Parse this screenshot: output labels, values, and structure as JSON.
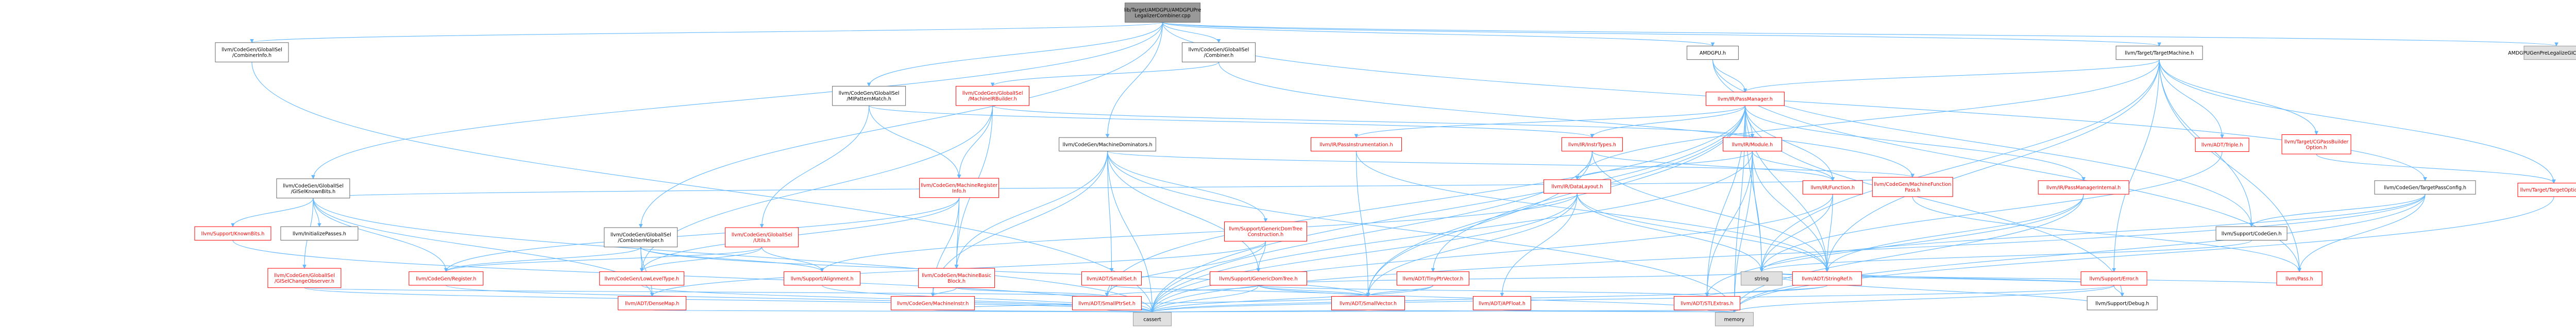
{
  "colors": {
    "edge": "#63b8ff",
    "root_fill": "#999999",
    "node_fill": "#ffffff",
    "external_fill": "#e0e0e0",
    "node_border": "#666666",
    "missing_border": "#ff0000",
    "missing_text": "#ff0000",
    "text": "#000000"
  },
  "nodes": [
    {
      "id": "root",
      "lines": [
        "lib/Target/AMDGPU/AMDGPUPre",
        "LegalizerCombiner.cpp"
      ],
      "kind": "root"
    },
    {
      "id": "combinerinfo",
      "lines": [
        "llvm/CodeGen/GlobalISel",
        "/CombinerInfo.h"
      ],
      "kind": "normal"
    },
    {
      "id": "gisel_knownbits",
      "lines": [
        "llvm/CodeGen/GlobalISel",
        "/GISelKnownBits.h"
      ],
      "kind": "normal"
    },
    {
      "id": "miparmatch",
      "lines": [
        "llvm/CodeGen/GlobalISel",
        "/MIPatternMatch.h"
      ],
      "kind": "normal"
    },
    {
      "id": "combiner",
      "lines": [
        "llvm/CodeGen/GlobalISel",
        "/Combiner.h"
      ],
      "kind": "normal"
    },
    {
      "id": "amdgpu_h",
      "lines": [
        "AMDGPU.h"
      ],
      "kind": "normal"
    },
    {
      "id": "targetmachine",
      "lines": [
        "llvm/Target/TargetMachine.h"
      ],
      "kind": "normal"
    },
    {
      "id": "gen_inc",
      "lines": [
        "AMDGPUGenPreLegalizeGICombiner.inc"
      ],
      "kind": "external"
    },
    {
      "id": "passmanager",
      "lines": [
        "llvm/IR/PassManager.h"
      ],
      "kind": "missing"
    },
    {
      "id": "machineirbuilder",
      "lines": [
        "llvm/CodeGen/GlobalISel",
        "/MachineIRBuilder.h"
      ],
      "kind": "missing"
    },
    {
      "id": "triple",
      "lines": [
        "llvm/ADT/Triple.h"
      ],
      "kind": "missing"
    },
    {
      "id": "cgpassbuilder",
      "lines": [
        "llvm/Target/CGPassBuilder",
        "Option.h"
      ],
      "kind": "missing"
    },
    {
      "id": "targetpassconfig",
      "lines": [
        "llvm/CodeGen/TargetPassConfig.h"
      ],
      "kind": "normal"
    },
    {
      "id": "targetoptions",
      "lines": [
        "llvm/Target/TargetOptions.h"
      ],
      "kind": "missing"
    },
    {
      "id": "knownbits",
      "lines": [
        "llvm/Support/KnownBits.h"
      ],
      "kind": "missing"
    },
    {
      "id": "initpasses",
      "lines": [
        "llvm/InitializePasses.h"
      ],
      "kind": "normal"
    },
    {
      "id": "machinedominators",
      "lines": [
        "llvm/CodeGen/MachineDominators.h"
      ],
      "kind": "normal"
    },
    {
      "id": "passinstrumentation",
      "lines": [
        "llvm/IR/PassInstrumentation.h"
      ],
      "kind": "missing"
    },
    {
      "id": "irmodule",
      "lines": [
        "llvm/IR/Module.h"
      ],
      "kind": "missing"
    },
    {
      "id": "irdatalayout",
      "lines": [
        "llvm/IR/DataLayout.h"
      ],
      "kind": "missing"
    },
    {
      "id": "irfunction",
      "lines": [
        "llvm/IR/Function.h"
      ],
      "kind": "missing"
    },
    {
      "id": "machinefunctionpass",
      "lines": [
        "llvm/CodeGen/MachineFunction",
        "Pass.h"
      ],
      "kind": "missing"
    },
    {
      "id": "passmanagerinternal",
      "lines": [
        "llvm/IR/PassManagerInternal.h"
      ],
      "kind": "missing"
    },
    {
      "id": "codegen_support",
      "lines": [
        "llvm/Support/CodeGen.h"
      ],
      "kind": "normal"
    },
    {
      "id": "gisel_changeobs",
      "lines": [
        "llvm/CodeGen/GlobalISel",
        "/GISelChangeObserver.h"
      ],
      "kind": "missing"
    },
    {
      "id": "combinerhelper",
      "lines": [
        "llvm/CodeGen/GlobalISel",
        "/CombinerHelper.h"
      ],
      "kind": "normal"
    },
    {
      "id": "gisel_utils",
      "lines": [
        "llvm/CodeGen/GlobalISel",
        "/Utils.h"
      ],
      "kind": "missing"
    },
    {
      "id": "machineregisterinfo",
      "lines": [
        "llvm/CodeGen/MachineRegister",
        "Info.h"
      ],
      "kind": "missing"
    },
    {
      "id": "genericdomtreecon",
      "lines": [
        "llvm/Support/GenericDomTree",
        "Construction.h"
      ],
      "kind": "missing"
    },
    {
      "id": "irattrtypes",
      "lines": [
        "llvm/IR/InstrTypes.h"
      ],
      "kind": "missing"
    },
    {
      "id": "register",
      "lines": [
        "llvm/CodeGen/Register.h"
      ],
      "kind": "missing"
    },
    {
      "id": "lowleveltype",
      "lines": [
        "llvm/CodeGen/LowLevelType.h"
      ],
      "kind": "missing"
    },
    {
      "id": "alignment",
      "lines": [
        "llvm/Support/Alignment.h"
      ],
      "kind": "missing"
    },
    {
      "id": "machinebasicblock",
      "lines": [
        "llvm/CodeGen/MachineBasic",
        "Block.h"
      ],
      "kind": "missing"
    },
    {
      "id": "smallset",
      "lines": [
        "llvm/ADT/SmallSet.h"
      ],
      "kind": "missing"
    },
    {
      "id": "tinyptrvector",
      "lines": [
        "llvm/ADT/TinyPtrVector.h"
      ],
      "kind": "missing"
    },
    {
      "id": "genericdomtree",
      "lines": [
        "llvm/Support/GenericDomTree.h"
      ],
      "kind": "missing"
    },
    {
      "id": "stringref",
      "lines": [
        "llvm/ADT/StringRef.h"
      ],
      "kind": "missing"
    },
    {
      "id": "pass",
      "lines": [
        "llvm/Pass.h"
      ],
      "kind": "missing"
    },
    {
      "id": "supporterror",
      "lines": [
        "llvm/Support/Error.h"
      ],
      "kind": "missing"
    },
    {
      "id": "densemap",
      "lines": [
        "llvm/ADT/DenseMap.h"
      ],
      "kind": "missing"
    },
    {
      "id": "machineinstr",
      "lines": [
        "llvm/CodeGen/MachineInstr.h"
      ],
      "kind": "missing"
    },
    {
      "id": "smallptrset",
      "lines": [
        "llvm/ADT/SmallPtrSet.h"
      ],
      "kind": "missing"
    },
    {
      "id": "smallvector",
      "lines": [
        "llvm/ADT/SmallVector.h"
      ],
      "kind": "missing"
    },
    {
      "id": "apfloat",
      "lines": [
        "llvm/ADT/APFloat.h"
      ],
      "kind": "missing"
    },
    {
      "id": "stlextras",
      "lines": [
        "llvm/ADT/STLExtras.h"
      ],
      "kind": "missing"
    },
    {
      "id": "string",
      "lines": [
        "string"
      ],
      "kind": "external"
    },
    {
      "id": "debug",
      "lines": [
        "llvm/Support/Debug.h"
      ],
      "kind": "normal"
    },
    {
      "id": "cassert",
      "lines": [
        "cassert"
      ],
      "kind": "external"
    },
    {
      "id": "memory",
      "lines": [
        "memory"
      ],
      "kind": "external"
    }
  ],
  "edges": [
    [
      "root",
      "combinerinfo"
    ],
    [
      "root",
      "gisel_knownbits"
    ],
    [
      "root",
      "miparmatch"
    ],
    [
      "root",
      "combiner"
    ],
    [
      "root",
      "amdgpu_h"
    ],
    [
      "root",
      "targetmachine"
    ],
    [
      "root",
      "gen_inc"
    ],
    [
      "root",
      "combinerhelper"
    ],
    [
      "root",
      "machinedominators"
    ],
    [
      "root",
      "targetpassconfig"
    ],
    [
      "combinerinfo",
      "cassert"
    ],
    [
      "gisel_knownbits",
      "knownbits"
    ],
    [
      "gisel_knownbits",
      "initpasses"
    ],
    [
      "gisel_knownbits",
      "gisel_changeobs"
    ],
    [
      "gisel_knownbits",
      "register"
    ],
    [
      "gisel_knownbits",
      "machinefunctionpass"
    ],
    [
      "gisel_knownbits",
      "densemap"
    ],
    [
      "gisel_knownbits",
      "cassert"
    ],
    [
      "miparmatch",
      "machineregisterinfo"
    ],
    [
      "miparmatch",
      "irattrtypes"
    ],
    [
      "miparmatch",
      "gisel_utils"
    ],
    [
      "combiner",
      "machineirbuilder"
    ],
    [
      "combiner",
      "machinefunctionpass"
    ],
    [
      "machineirbuilder",
      "machineregisterinfo"
    ],
    [
      "machineirbuilder",
      "machinebasicblock"
    ],
    [
      "machineirbuilder",
      "lowleveltype"
    ],
    [
      "machineirbuilder",
      "irmodule"
    ],
    [
      "amdgpu_h",
      "passmanager"
    ],
    [
      "amdgpu_h",
      "pass"
    ],
    [
      "amdgpu_h",
      "codegen_support"
    ],
    [
      "targetmachine",
      "triple"
    ],
    [
      "targetmachine",
      "cgpassbuilder"
    ],
    [
      "targetmachine",
      "targetoptions"
    ],
    [
      "targetmachine",
      "passmanager"
    ],
    [
      "targetmachine",
      "irdatalayout"
    ],
    [
      "targetmachine",
      "stringref"
    ],
    [
      "targetmachine",
      "codegen_support"
    ],
    [
      "targetmachine",
      "supporterror"
    ],
    [
      "targetmachine",
      "string"
    ],
    [
      "targetmachine",
      "pass"
    ],
    [
      "passmanager",
      "passinstrumentation"
    ],
    [
      "passmanager",
      "irmodule"
    ],
    [
      "passmanager",
      "irfunction"
    ],
    [
      "passmanager",
      "passmanagerinternal"
    ],
    [
      "passmanager",
      "smallptrset"
    ],
    [
      "passmanager",
      "smallvector"
    ],
    [
      "passmanager",
      "stringref"
    ],
    [
      "passmanager",
      "stlextras"
    ],
    [
      "passmanager",
      "cassert"
    ],
    [
      "passmanager",
      "memory"
    ],
    [
      "passmanager",
      "debug"
    ],
    [
      "passmanager",
      "string"
    ],
    [
      "passmanager",
      "tinyptrvector"
    ],
    [
      "passmanager",
      "irattrtypes"
    ],
    [
      "cgpassbuilder",
      "targetoptions"
    ],
    [
      "targetpassconfig",
      "pass"
    ],
    [
      "targetpassconfig",
      "codegen_support"
    ],
    [
      "targetpassconfig",
      "cassert"
    ],
    [
      "targetpassconfig",
      "string"
    ],
    [
      "targetpassconfig",
      "memory"
    ],
    [
      "combinerhelper",
      "lowleveltype"
    ],
    [
      "combinerhelper",
      "register"
    ],
    [
      "combinerhelper",
      "smallvector"
    ],
    [
      "combinerhelper",
      "densemap"
    ],
    [
      "combinerhelper",
      "alignment"
    ],
    [
      "machinedominators",
      "machinebasicblock"
    ],
    [
      "machinedominators",
      "machinefunctionpass"
    ],
    [
      "machinedominators",
      "machineinstr"
    ],
    [
      "machinedominators",
      "genericdomtreecon"
    ],
    [
      "machinedominators",
      "genericdomtree"
    ],
    [
      "machinedominators",
      "smallset"
    ],
    [
      "machinedominators",
      "cassert"
    ],
    [
      "machinedominators",
      "memory"
    ],
    [
      "gisel_utils",
      "register"
    ],
    [
      "gisel_utils",
      "alignment"
    ],
    [
      "gisel_utils",
      "lowleveltype"
    ],
    [
      "machineregisterinfo",
      "register"
    ],
    [
      "machineregisterinfo",
      "machinebasicblock"
    ],
    [
      "machineregisterinfo",
      "lowleveltype"
    ],
    [
      "machineregisterinfo",
      "machineinstr"
    ],
    [
      "irmodule",
      "irdatalayout"
    ],
    [
      "irmodule",
      "irfunction"
    ],
    [
      "irmodule",
      "stringref"
    ],
    [
      "irmodule",
      "stlextras"
    ],
    [
      "irmodule",
      "cassert"
    ],
    [
      "irmodule",
      "memory"
    ],
    [
      "irmodule",
      "string"
    ],
    [
      "irfunction",
      "stringref"
    ],
    [
      "irfunction",
      "cassert"
    ],
    [
      "irfunction",
      "string"
    ],
    [
      "irdatalayout",
      "stringref"
    ],
    [
      "irdatalayout",
      "smallvector"
    ],
    [
      "irdatalayout",
      "alignment"
    ],
    [
      "irdatalayout",
      "apfloat"
    ],
    [
      "irdatalayout",
      "string"
    ],
    [
      "irdatalayout",
      "cassert"
    ],
    [
      "passinstrumentation",
      "smallvector"
    ],
    [
      "passinstrumentation",
      "stringref"
    ],
    [
      "passmanagerinternal",
      "stlextras"
    ],
    [
      "passmanagerinternal",
      "stringref"
    ],
    [
      "passmanagerinternal",
      "memory"
    ],
    [
      "genericdomtreecon",
      "genericdomtree"
    ],
    [
      "genericdomtreecon",
      "densemap"
    ],
    [
      "genericdomtreecon",
      "smallptrset"
    ],
    [
      "genericdomtree",
      "smallptrset"
    ],
    [
      "genericdomtree",
      "smallvector"
    ],
    [
      "genericdomtree",
      "stlextras"
    ],
    [
      "genericdomtree",
      "cassert"
    ],
    [
      "genericdomtree",
      "memory"
    ],
    [
      "genericdomtree",
      "string"
    ],
    [
      "smallset",
      "smallptrset"
    ],
    [
      "smallset",
      "smallvector"
    ],
    [
      "tinyptrvector",
      "smallvector"
    ],
    [
      "tinyptrvector",
      "cassert"
    ],
    [
      "machinebasicblock",
      "machineinstr"
    ],
    [
      "machinebasicblock",
      "smallptrset"
    ],
    [
      "machineinstr",
      "smallvector"
    ],
    [
      "machineinstr",
      "cassert"
    ],
    [
      "supporterror",
      "stringref"
    ],
    [
      "supporterror",
      "debug"
    ],
    [
      "supporterror",
      "string"
    ],
    [
      "supporterror",
      "memory"
    ],
    [
      "supporterror",
      "cassert"
    ],
    [
      "alignment",
      "cassert"
    ],
    [
      "register",
      "cassert"
    ],
    [
      "densemap",
      "cassert"
    ],
    [
      "smallptrset",
      "cassert"
    ],
    [
      "smallvector",
      "cassert"
    ],
    [
      "smallvector",
      "memory"
    ],
    [
      "stringref",
      "string"
    ],
    [
      "stringref",
      "stlextras"
    ],
    [
      "stringref",
      "cassert"
    ],
    [
      "apfloat",
      "memory"
    ],
    [
      "stlextras",
      "cassert"
    ],
    [
      "stlextras",
      "memory"
    ],
    [
      "pass",
      "string"
    ],
    [
      "debug",
      "string"
    ],
    [
      "codegen_support",
      "string"
    ],
    [
      "irattrtypes",
      "stringref"
    ],
    [
      "irattrtypes",
      "irfunction"
    ],
    [
      "irattrtypes",
      "smallvector"
    ],
    [
      "irattrtypes",
      "cassert"
    ],
    [
      "lowleveltype",
      "cassert"
    ],
    [
      "targetoptions",
      "memory"
    ],
    [
      "knownbits",
      "cassert"
    ],
    [
      "gisel_changeobs",
      "smallptrset"
    ],
    [
      "gisel_changeobs",
      "cassert"
    ],
    [
      "machinefunctionpass",
      "pass"
    ],
    [
      "triple",
      "string"
    ]
  ]
}
